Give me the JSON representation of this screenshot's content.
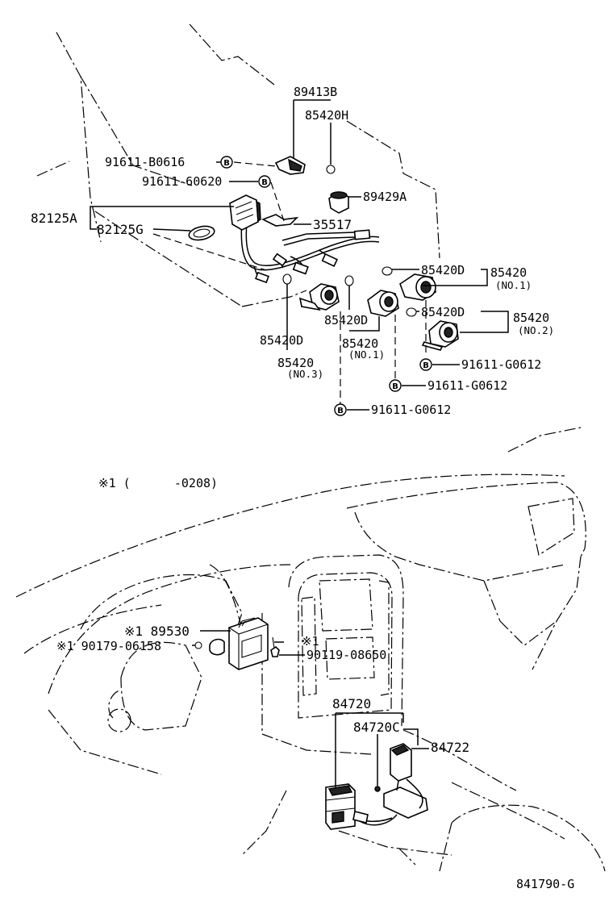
{
  "diagram": {
    "labels": {
      "p89413B": "89413B",
      "p85420H": "85420H",
      "p91611B0616": "91611-B0616",
      "p9161160620": "91611-60620",
      "p89429A": "89429A",
      "p82125A": "82125A",
      "p82125G": "82125G",
      "p35517": "35517",
      "p85420D_a": "85420D",
      "p85420_a": "85420",
      "no1_a": "(NO.1)",
      "p85420D_b": "85420D",
      "p85420_b": "85420",
      "no2": "(NO.2)",
      "p91611G0612_a": "91611-G0612",
      "p91611G0612_b": "91611-G0612",
      "p91611G0612_c": "91611-G0612",
      "p85420D_c": "85420D",
      "p85420_c": "85420",
      "no1_c": "(NO.1)",
      "p85420D_d": "85420D",
      "p85420_d": "85420",
      "no3": "(NO.3)",
      "note1": "※1 (      -0208)",
      "p89530": "※1 89530",
      "p9017906158": "※1 90179-06158",
      "note_mark": "※1",
      "p9011908650": "90119-08650",
      "p84720": "84720",
      "p84720C": "84720C",
      "p84722": "84722",
      "code": "841790-G"
    },
    "bolt_mark": "B"
  }
}
